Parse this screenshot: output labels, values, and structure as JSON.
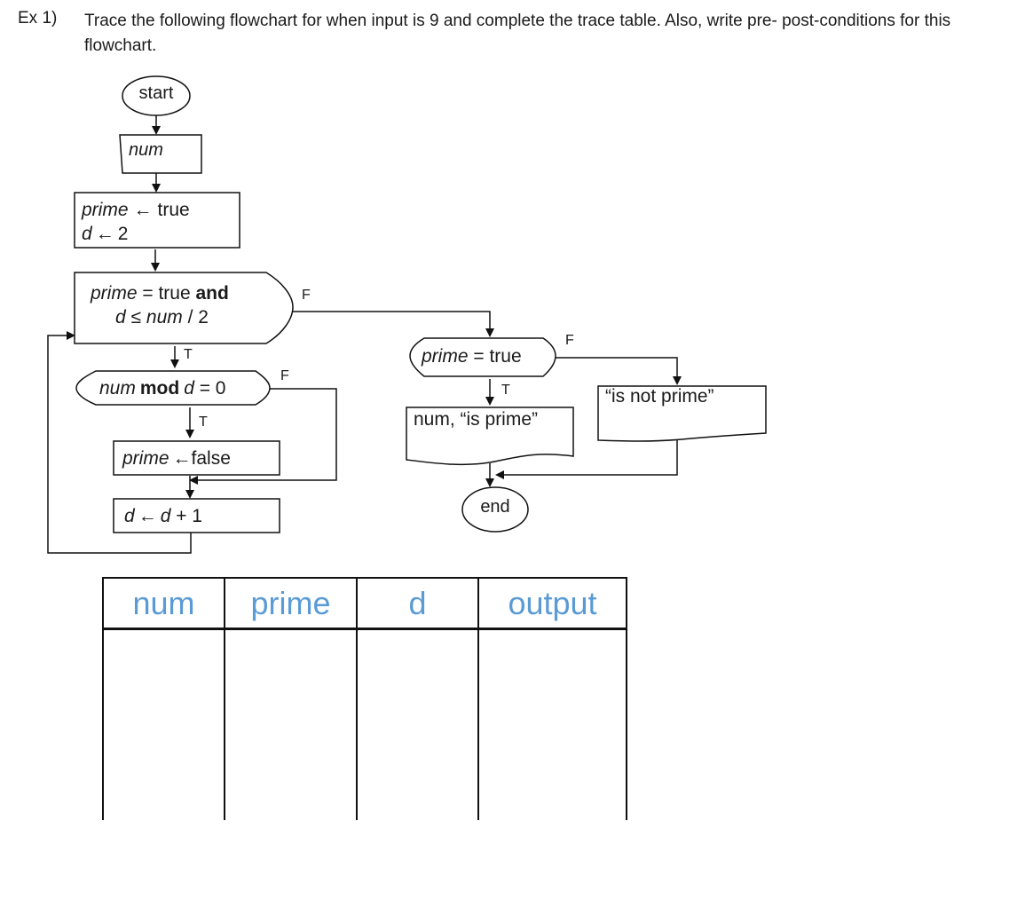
{
  "question": {
    "number": "Ex 1)",
    "text": "Trace the following flowchart for when input is 9 and complete the trace table. Also, write pre- post-conditions for this flowchart."
  },
  "flowchart": {
    "start": "start",
    "input": "num",
    "init_line1_var": "prime",
    "init_line1_val": "true",
    "init_line2_var": "d",
    "init_line2_val": "2",
    "arrow_symbol": "←",
    "loop_cond_prime": "prime",
    "loop_cond_eq": " = true ",
    "loop_cond_and": "and",
    "loop_cond_d": "d",
    "loop_cond_le": " ≤ ",
    "loop_cond_num": "num",
    "loop_cond_div": " / 2",
    "mod_num": "num",
    "mod_op": "mod",
    "mod_d": "d",
    "mod_eq": " = 0",
    "set_false_var": "prime",
    "set_false_val": "false",
    "incr_var": "d",
    "incr_expr_var": "d",
    "incr_expr_rest": " + 1",
    "check_prime": "prime",
    "check_eq": " = true",
    "output_prime": "num, “is prime”",
    "output_not_prime": "“is not prime”",
    "end": "end",
    "true_label": "T",
    "false_label": "F"
  },
  "trace_table": {
    "headers": [
      "num",
      "prime",
      "d",
      "output"
    ]
  }
}
